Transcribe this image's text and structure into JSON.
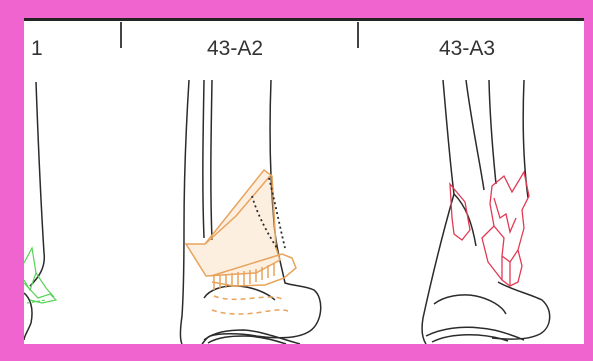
{
  "columns": [
    {
      "label": "1",
      "highlight_color": "#58d35a"
    },
    {
      "label": "43-A2",
      "highlight_color": "#e8a35c"
    },
    {
      "label": "43-A3",
      "highlight_color": "#e23a54"
    }
  ],
  "colors": {
    "background": "#ef64cf",
    "panel": "#ffffff",
    "line": "#242424"
  }
}
